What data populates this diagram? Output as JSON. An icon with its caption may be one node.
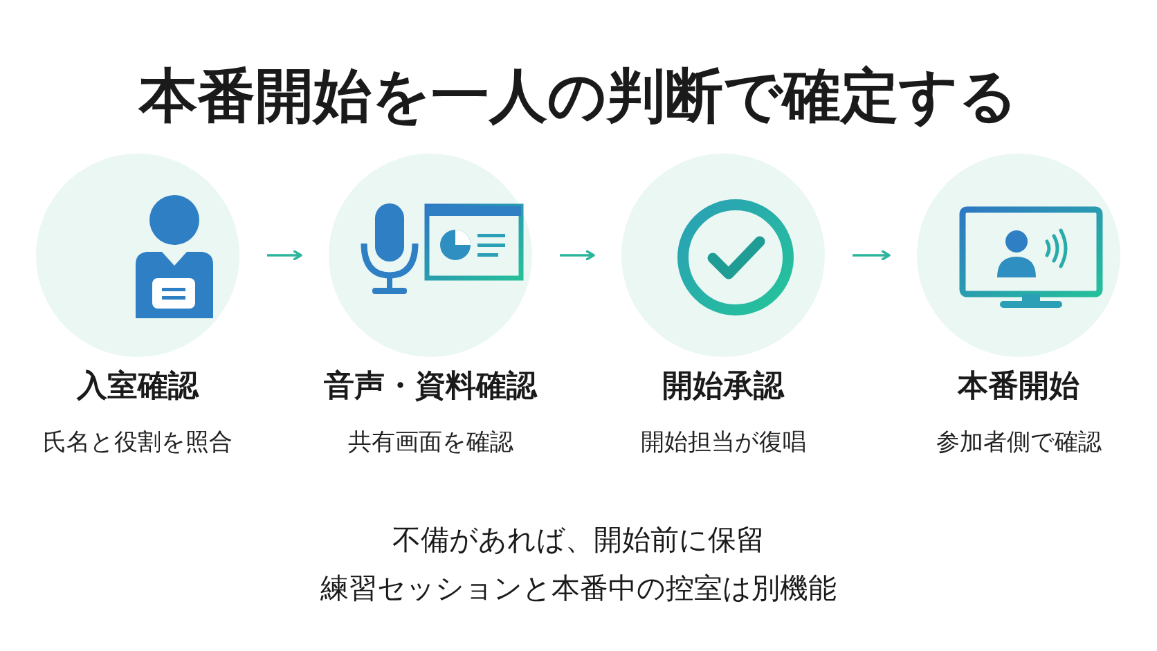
{
  "diagram": {
    "title": "本番開始を一人の判断で確定する",
    "nodes": [
      {
        "text": [
          "入室確認",
          "氏名と役割を照合"
        ]
      },
      {
        "text": [
          "音声・資料確認",
          "共有画面を確認"
        ]
      },
      {
        "text": [
          "開始承認",
          "開始担当が復唱"
        ]
      },
      {
        "text": [
          "本番開始",
          "参加者側で確認"
        ]
      }
    ],
    "edges": [
      {
        "from": 0,
        "to": 1,
        "arrow": "to"
      },
      {
        "from": 1,
        "to": 2,
        "arrow": "to"
      },
      {
        "from": 2,
        "to": 3,
        "arrow": "to"
      }
    ],
    "labels": [
      "不備があれば、開始前に保留",
      "練習セッションと本番中の控室は別機能"
    ]
  }
}
